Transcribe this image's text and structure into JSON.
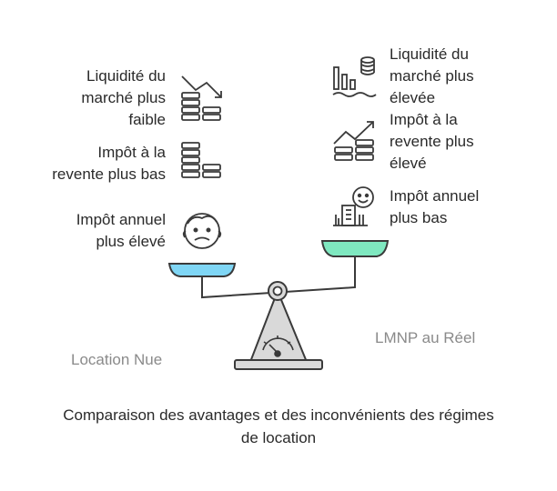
{
  "left": {
    "label": "Location Nue",
    "items": [
      {
        "lines": [
          "Liquidité du",
          "marché plus",
          "faible"
        ],
        "icon": "declining-coins-icon"
      },
      {
        "lines": [
          "Impôt à la",
          "revente plus bas"
        ],
        "icon": "coin-stacks-icon"
      },
      {
        "lines": [
          "Impôt annuel",
          "plus élevé"
        ],
        "icon": "worried-face-icon"
      }
    ],
    "pan_color": "#7fd6f5"
  },
  "right": {
    "label": "LMNP au Réel",
    "items": [
      {
        "lines": [
          "Liquidité du",
          "marché plus",
          "élevée"
        ],
        "icon": "market-liquidity-icon"
      },
      {
        "lines": [
          "Impôt à la",
          "revente plus",
          "élevé"
        ],
        "icon": "rising-coins-icon"
      },
      {
        "lines": [
          "Impôt annuel",
          "plus bas"
        ],
        "icon": "happy-face-building-icon"
      }
    ],
    "pan_color": "#7fe8c0"
  },
  "caption": {
    "lines": [
      "Comparaison des avantages et des inconvénients des régimes",
      "de location"
    ]
  }
}
